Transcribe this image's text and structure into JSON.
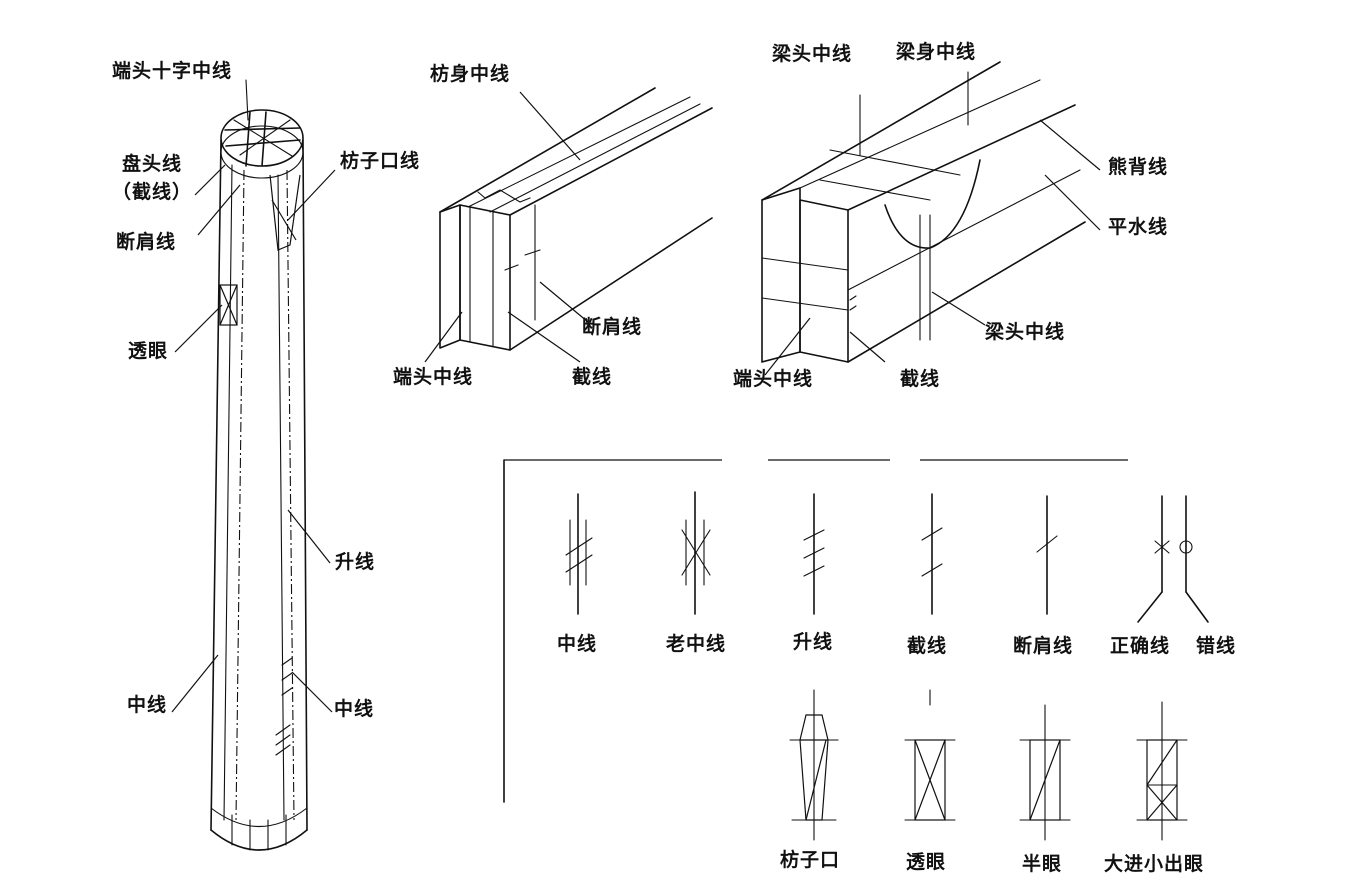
{
  "column": {
    "labels": {
      "end_cross_center": "端头十字中线",
      "panhead_line": "盘头线",
      "cut_line_paren": "（截线）",
      "fang_mouth_line": "枋子口线",
      "shoulder_line": "断肩线",
      "through_mortise": "透眼",
      "rise_line": "升线",
      "center_left": "中线",
      "center_right": "中线"
    }
  },
  "fang_beam": {
    "labels": {
      "body_center": "枋身中线",
      "shoulder_line": "断肩线",
      "end_center": "端头中线",
      "cut_line": "截线"
    }
  },
  "liang_beam": {
    "labels": {
      "head_center_top": "梁头中线",
      "body_center": "梁身中线",
      "bear_back": "熊背线",
      "level_line": "平水线",
      "head_center": "梁头中线",
      "end_center": "端头中线",
      "cut_line": "截线"
    }
  },
  "legend": {
    "row1": [
      "中线",
      "老中线",
      "升线",
      "截线",
      "断肩线",
      "正确线",
      "错线"
    ],
    "row2": [
      "枋子口",
      "透眼",
      "半眼",
      "大进小出眼"
    ]
  }
}
